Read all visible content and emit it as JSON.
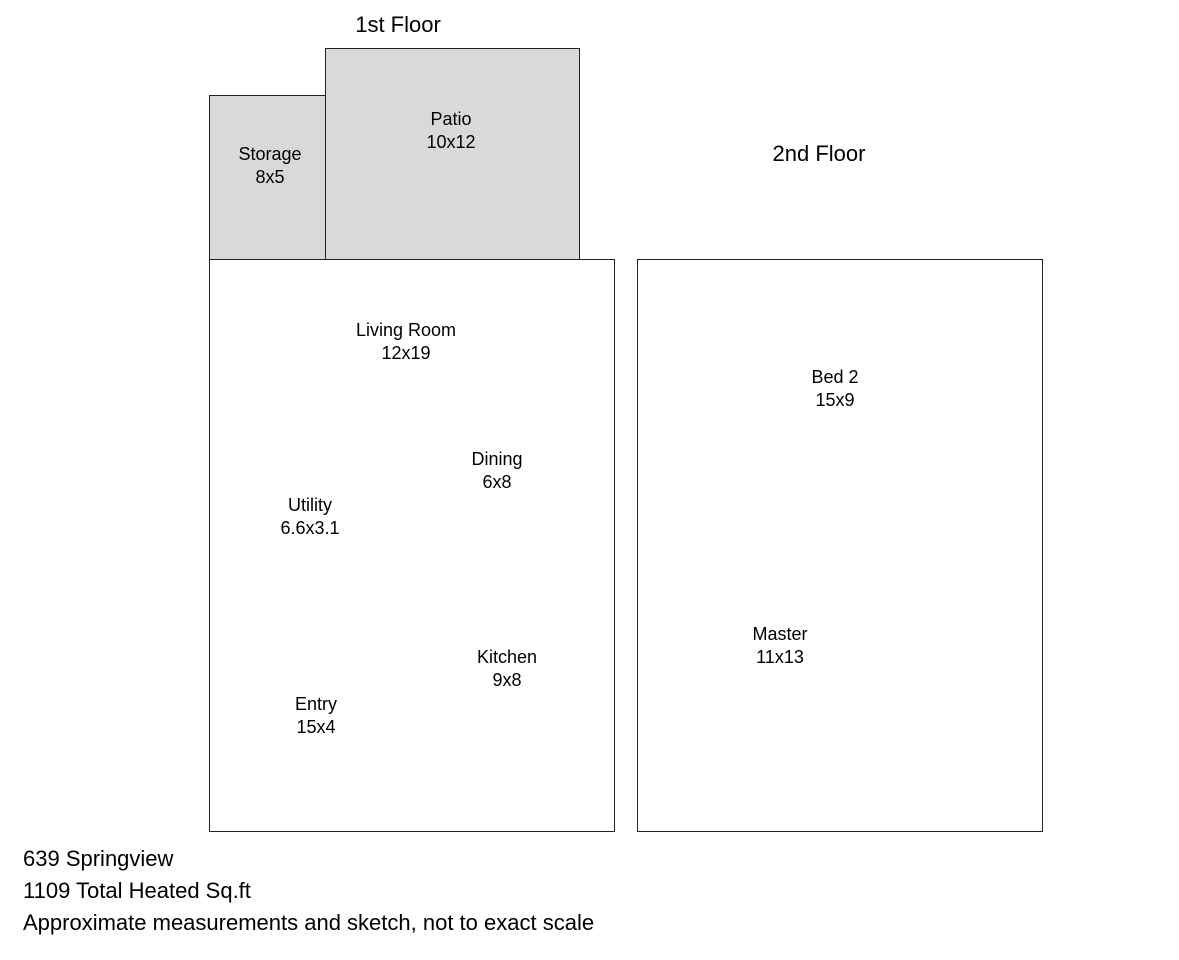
{
  "floors": [
    {
      "title": "1st Floor"
    },
    {
      "title": "2nd Floor"
    }
  ],
  "rooms": {
    "storage": {
      "name": "Storage",
      "size": "8x5"
    },
    "patio": {
      "name": "Patio",
      "size": "10x12"
    },
    "living_room": {
      "name": "Living Room",
      "size": "12x19"
    },
    "dining": {
      "name": "Dining",
      "size": "6x8"
    },
    "utility": {
      "name": "Utility",
      "size": "6.6x3.1"
    },
    "kitchen": {
      "name": "Kitchen",
      "size": "9x8"
    },
    "entry": {
      "name": "Entry",
      "size": "15x4"
    },
    "bed2": {
      "name": "Bed 2",
      "size": "15x9"
    },
    "master": {
      "name": "Master",
      "size": "11x13"
    }
  },
  "footer": {
    "address": "639 Springview",
    "sqft": "1109 Total Heated Sq.ft",
    "disclaimer": "Approximate measurements and sketch, not to exact scale"
  },
  "colors": {
    "shaded_fill": "#d9d9d9",
    "outline": "#222222"
  }
}
